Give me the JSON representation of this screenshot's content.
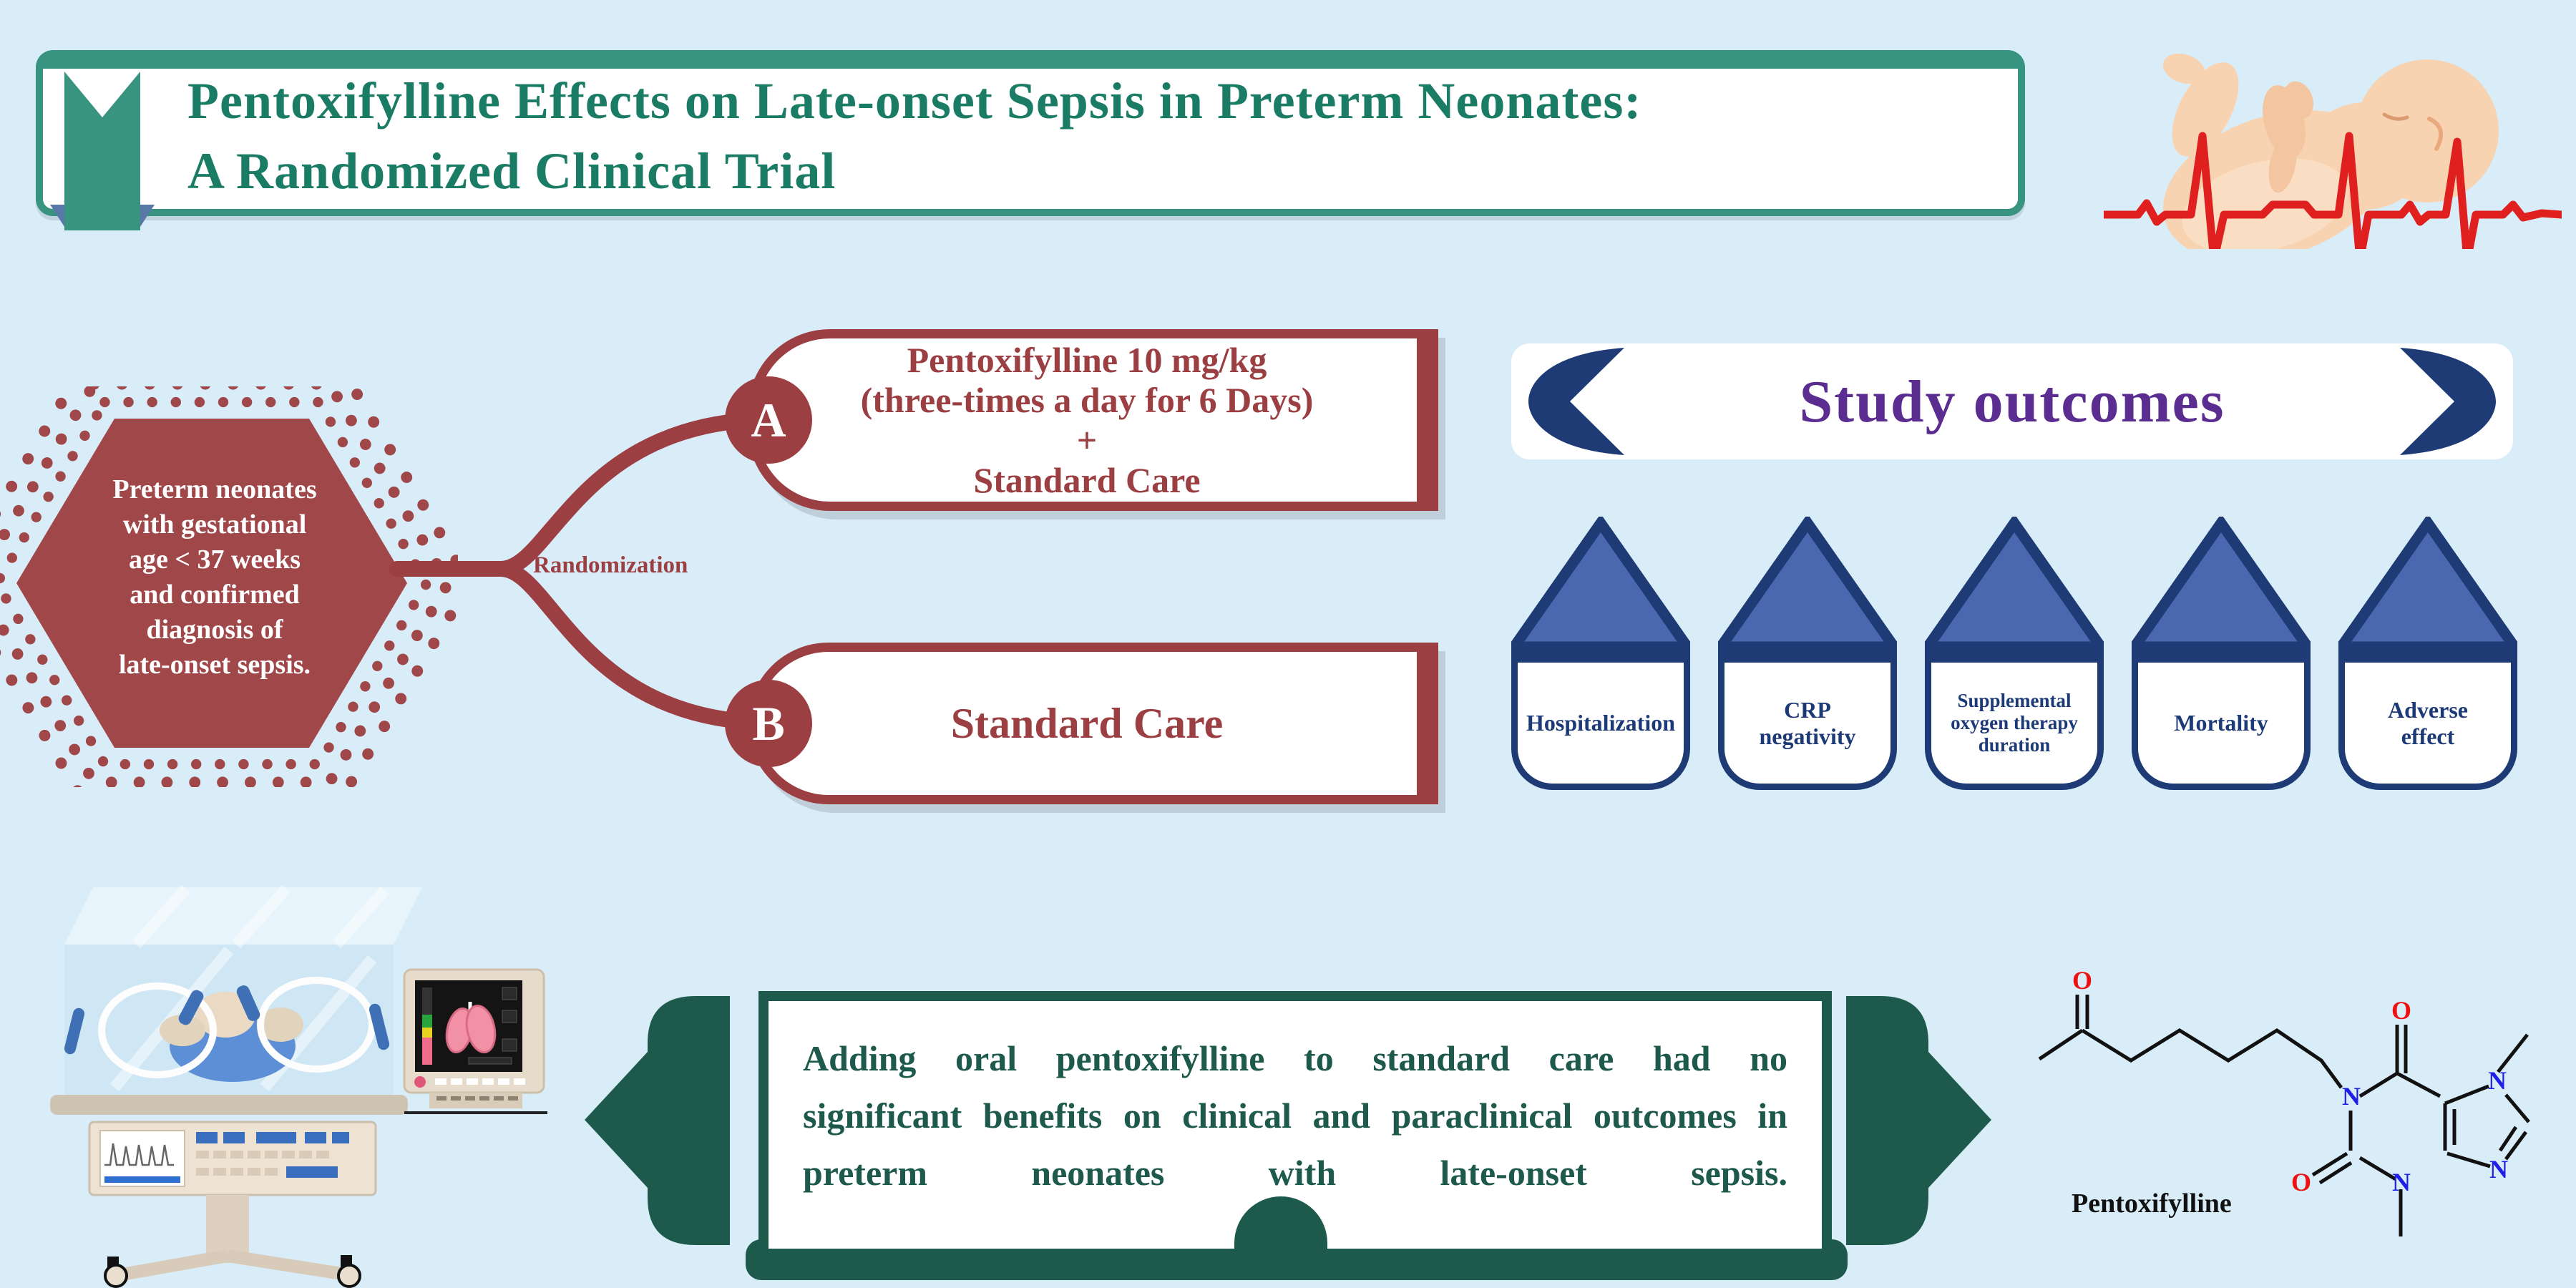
{
  "poster": {
    "title_line1": "Pentoxifylline Effects on Late-onset Sepsis in Preterm Neonates:",
    "title_line2": "A Randomized Clinical Trial"
  },
  "population": {
    "text": "Preterm neonates\nwith gestational\nage < 37 weeks\nand confirmed\ndiagnosis of\nlate-onset sepsis."
  },
  "randomization_label": "Randomization",
  "arms": [
    {
      "id": "A",
      "lines": [
        "Pentoxifylline 10 mg/kg",
        "(three-times a day for 6 Days)",
        "+",
        "Standard Care"
      ]
    },
    {
      "id": "B",
      "lines": [
        "Standard Care"
      ]
    }
  ],
  "outcomes": {
    "title": "Study outcomes",
    "items": [
      "Hospitalization",
      "CRP\nnegativity",
      "Supplemental\noxygen therapy\nduration",
      "Mortality",
      "Adverse\neffect"
    ]
  },
  "conclusion": {
    "text": "Adding oral pentoxifylline to standard care had no significant benefits on clinical and paraclinical outcomes in preterm neonates with late-onset sepsis."
  },
  "molecule": {
    "label": "Pentoxifylline"
  },
  "icons": {
    "bookmark_ribbon": "teal bookmark with V-notch",
    "baby_ecg_logo": "newborn silhouette with red ECG trace",
    "incubator": "infant incubator with vital-signs monitor",
    "molecule": "pentoxifylline chemical structure"
  },
  "colors": {
    "background": "#d9edf8",
    "teal_border": "#389480",
    "teal_dark": "#1d5a4c",
    "title_text": "#1b7c66",
    "maroon": "#9c3f42",
    "maroon_fill": "#a04749",
    "navy": "#1e3b76",
    "roof_blue": "#4a68b0",
    "purple": "#5c2d91",
    "ecg_red": "#e01f1f"
  }
}
